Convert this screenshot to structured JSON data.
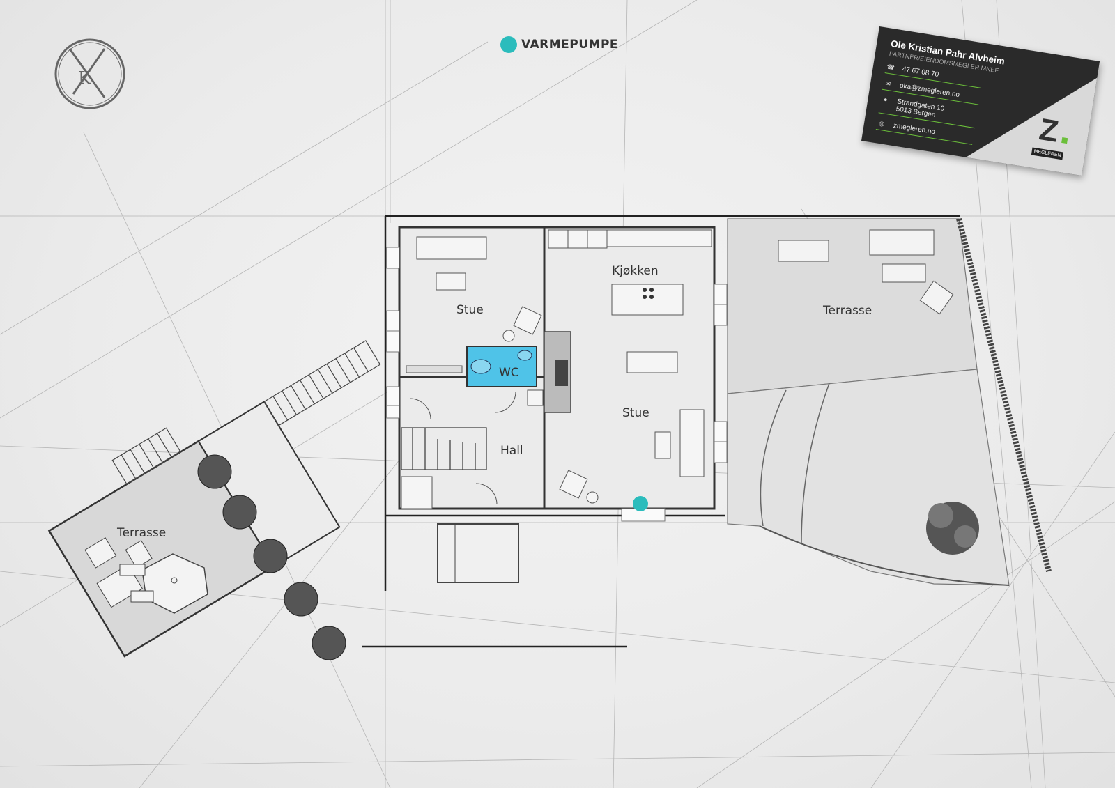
{
  "legend": {
    "label": "VARMEPUMPE",
    "color": "#2bbcbc"
  },
  "rooms": {
    "stue_left": "Stue",
    "kjokken": "Kjøkken",
    "wc": "WC",
    "hall": "Hall",
    "stue_main": "Stue",
    "terrasse_right": "Terrasse",
    "terrasse_left": "Terrasse"
  },
  "colors": {
    "wc_fill": "#4fc3e8",
    "accent": "#2bbcbc",
    "card_green": "#6bbf3a"
  },
  "card": {
    "name": "Ole Kristian Pahr Alvheim",
    "title": "Partner/Eiendomsmegler MNEF",
    "phone": "47 67 08 70",
    "email": "oka@zmegleren.no",
    "address_line1": "Strandgaten 10",
    "address_line2": "5013 Bergen",
    "web": "zmegleren.no",
    "logo_letter": "Z",
    "logo_text": "MEGLEREN"
  },
  "icons": [
    "compass-logo-icon",
    "phone-icon",
    "mail-icon",
    "location-icon",
    "globe-icon",
    "heat-pump-marker-icon"
  ]
}
